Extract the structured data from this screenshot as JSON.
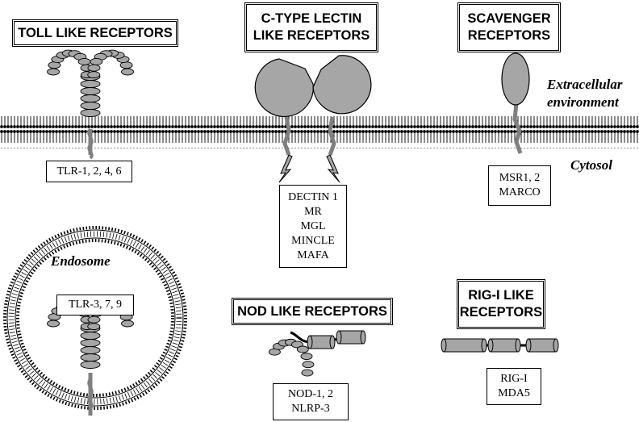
{
  "headings": {
    "toll": "TOLL LIKE RECEPTORS",
    "ctype": "C-TYPE LECTIN\nLIKE RECEPTORS",
    "scavenger": "SCAVENGER\nRECEPTORS",
    "nod": "NOD LIKE RECEPTORS",
    "rig": "RIG-I LIKE\nRECEPTORS"
  },
  "regions": {
    "extracellular": [
      "Extracellular",
      "environment"
    ],
    "cytosol": "Cytosol",
    "endosome": "Endosome"
  },
  "labels": {
    "tlr_surface": [
      "TLR-1, 2, 4, 6"
    ],
    "ctype": [
      "DECTIN 1",
      "MR",
      "MGL",
      "MINCLE",
      "MAFA"
    ],
    "scavenger": [
      "MSR1, 2",
      "MARCO"
    ],
    "tlr_endosome": [
      "TLR-3, 7, 9"
    ],
    "nod": [
      "NOD-1, 2",
      "NLRP-3"
    ],
    "rig": [
      "RIG-I",
      "MDA5"
    ]
  },
  "colors": {
    "receptor_fill": "#a6a6a6",
    "stalk": "#7f7f7f",
    "outline": "#000000",
    "membrane_bg": "#ffffff"
  }
}
